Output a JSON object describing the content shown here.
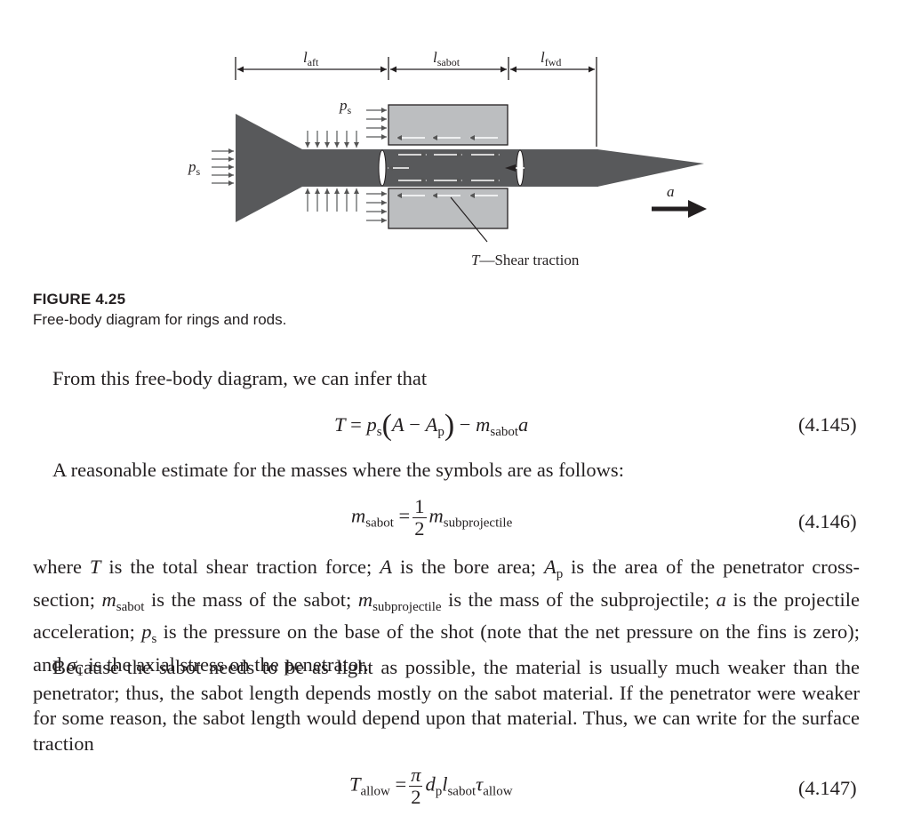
{
  "figure": {
    "labels": {
      "l_aft": "aft",
      "l_sabot": "sabot",
      "l_fwd": "fwd",
      "ps_top": "s",
      "ps_left": "s",
      "a": "a",
      "shear": "—Shear traction",
      "shear_T": "T"
    },
    "caption_label": "FIGURE 4.25",
    "caption_text": "Free-body diagram for rings and rods."
  },
  "text": {
    "p1": "From this free-body diagram, we can infer that",
    "p2": "A reasonable estimate for the masses where the symbols are as follows:",
    "p3_html": "where <span class=\"i\">T</span> is the total shear traction force; <span class=\"i\">A</span> is the bore area; <span class=\"i\">A</span><sub class=\"s\">p</sub> is the area of the penetrator cross-section; <span class=\"i\">m</span><sub class=\"s\">sabot</sub> is the mass of the sabot; <span class=\"i\">m</span><sub class=\"s\">subprojectile</sub> is the mass of the subprojectile; <span class=\"i\">a</span> is the projectile acceleration; <span class=\"i\">p</span><sub class=\"s\">s</sub> is the pressure on the base of the shot (note that the net pressure on the fins is zero); and <span class=\"i\">σ</span><sub class=\"s\">1</sub> is the axial stress on the penetrator.",
    "p4": "Because the sabot needs to be as light as possible, the material is usually much weaker than the penetrator; thus, the sabot length depends mostly on the sabot material. If the penetrator were weaker for some reason, the sabot length would depend upon that material. Thus, we can write for the surface traction"
  },
  "equations": {
    "eq145_no": "(4.145)",
    "eq146_no": "(4.146)",
    "eq147_no": "(4.147)",
    "num_one": "1",
    "den_two": "2",
    "num_pi": "π",
    "den_two_b": "2"
  }
}
